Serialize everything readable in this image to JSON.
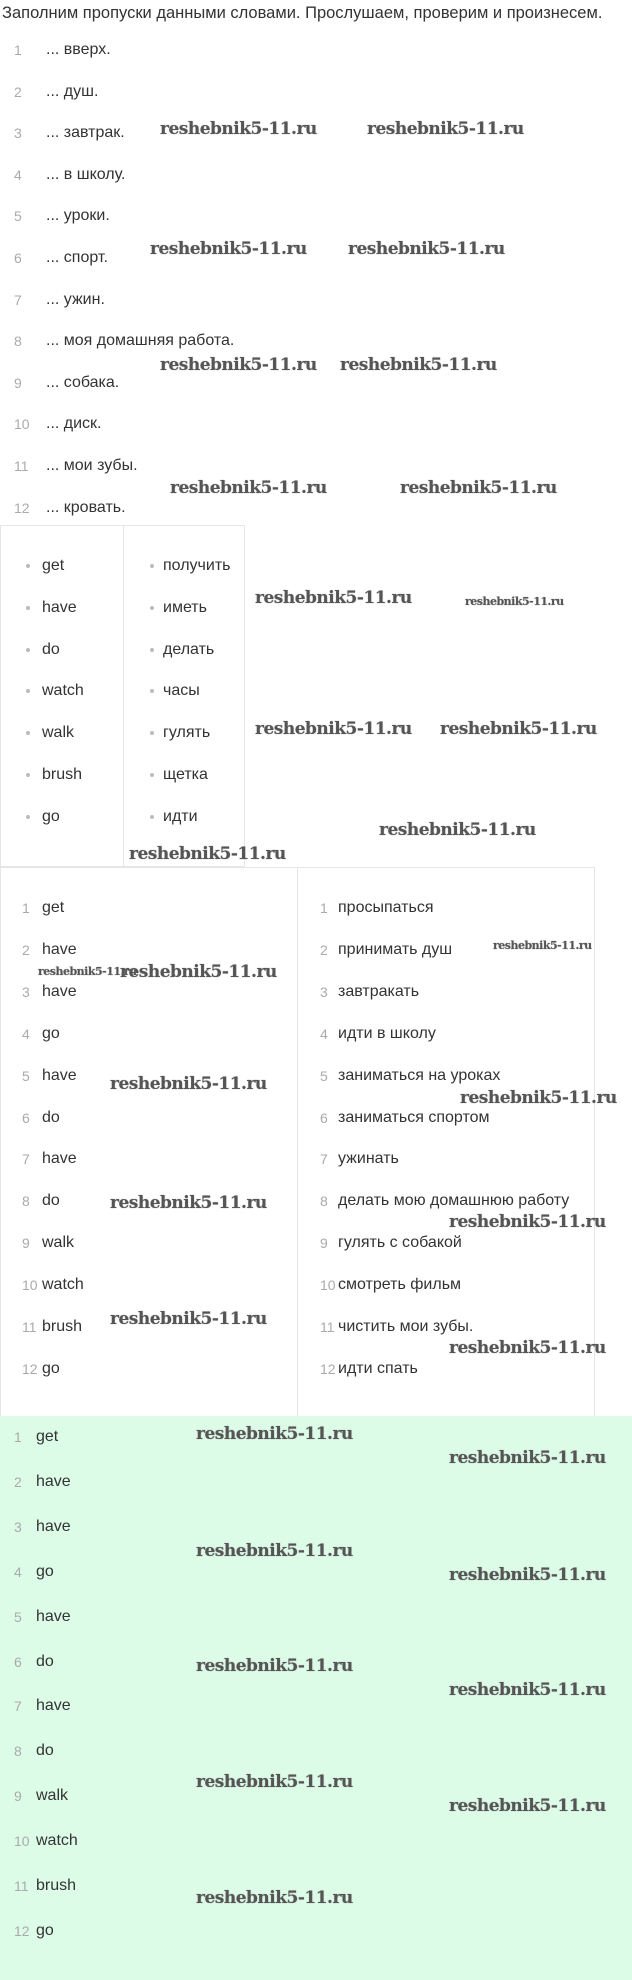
{
  "instruction": "Заполним пропуски данными словами. Прослушаем, проверим и произнесем.",
  "exercise_items": [
    {
      "num": "1",
      "text": "... вверх."
    },
    {
      "num": "2",
      "text": "... душ."
    },
    {
      "num": "3",
      "text": "... завтрак."
    },
    {
      "num": "4",
      "text": "... в школу."
    },
    {
      "num": "5",
      "text": "... уроки."
    },
    {
      "num": "6",
      "text": "... спорт."
    },
    {
      "num": "7",
      "text": "... ужин."
    },
    {
      "num": "8",
      "text": "... моя домашняя работа."
    },
    {
      "num": "9",
      "text": "... собака."
    },
    {
      "num": "10",
      "text": "... диск."
    },
    {
      "num": "11",
      "text": "... мои зубы."
    },
    {
      "num": "12",
      "text": "... кровать."
    }
  ],
  "word_bank": {
    "english": [
      "get",
      "have",
      "do",
      "watch",
      "walk",
      "brush",
      "go"
    ],
    "russian": [
      "получить",
      "иметь",
      "делать",
      "часы",
      "гулять",
      "щетка",
      "идти"
    ]
  },
  "phrase_table": {
    "english": [
      "get",
      "have",
      "have",
      "go",
      "have",
      "do",
      "have",
      "do",
      "walk",
      "watch",
      "brush",
      "go"
    ],
    "russian": [
      "просыпаться",
      "принимать душ",
      "завтракать",
      "идти в школу",
      "заниматься на уроках",
      "заниматься спортом",
      "ужинать",
      "делать мою домашнюю работу",
      "гулять с собакой",
      "смотреть фильм",
      "чистить мои зубы.",
      "идти спать"
    ]
  },
  "answers": [
    "get",
    "have",
    "have",
    "go",
    "have",
    "do",
    "have",
    "do",
    "walk",
    "watch",
    "brush",
    "go"
  ],
  "watermark": "reshebnik5-11.ru",
  "colors": {
    "answer_bg": "#dcfce8",
    "number": "#aaaaaa",
    "text": "#333333",
    "border": "#e6e6e6"
  }
}
